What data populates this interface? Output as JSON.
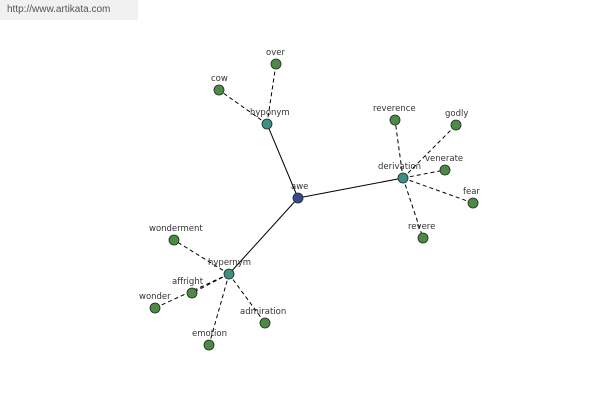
{
  "source_link": "http://www.artikata.com",
  "colors": {
    "center_node": "#3a4a8e",
    "relation_node": "#3f8f86",
    "leaf_node": "#4d8a45",
    "node_stroke": "#1f2a1f",
    "solid_edge": "#000000",
    "dashed_edge": "#000000",
    "label_text": "#333333"
  },
  "graph": {
    "center": {
      "id": "awe",
      "label": "awe"
    },
    "relations": [
      {
        "id": "hyponym",
        "label": "hyponym",
        "leaves": [
          {
            "id": "over",
            "label": "over"
          },
          {
            "id": "cow",
            "label": "cow"
          }
        ]
      },
      {
        "id": "derivation",
        "label": "derivation",
        "leaves": [
          {
            "id": "reverence",
            "label": "reverence"
          },
          {
            "id": "godly",
            "label": "godly"
          },
          {
            "id": "venerate",
            "label": "venerate"
          },
          {
            "id": "fear",
            "label": "fear"
          },
          {
            "id": "revere",
            "label": "revere"
          }
        ]
      },
      {
        "id": "hypernym",
        "label": "hypernym",
        "leaves": [
          {
            "id": "wonderment",
            "label": "wonderment"
          },
          {
            "id": "affright",
            "label": "affright"
          },
          {
            "id": "wonder",
            "label": "wonder"
          },
          {
            "id": "emotion",
            "label": "emotion"
          },
          {
            "id": "admiration",
            "label": "admiration"
          }
        ]
      }
    ]
  }
}
